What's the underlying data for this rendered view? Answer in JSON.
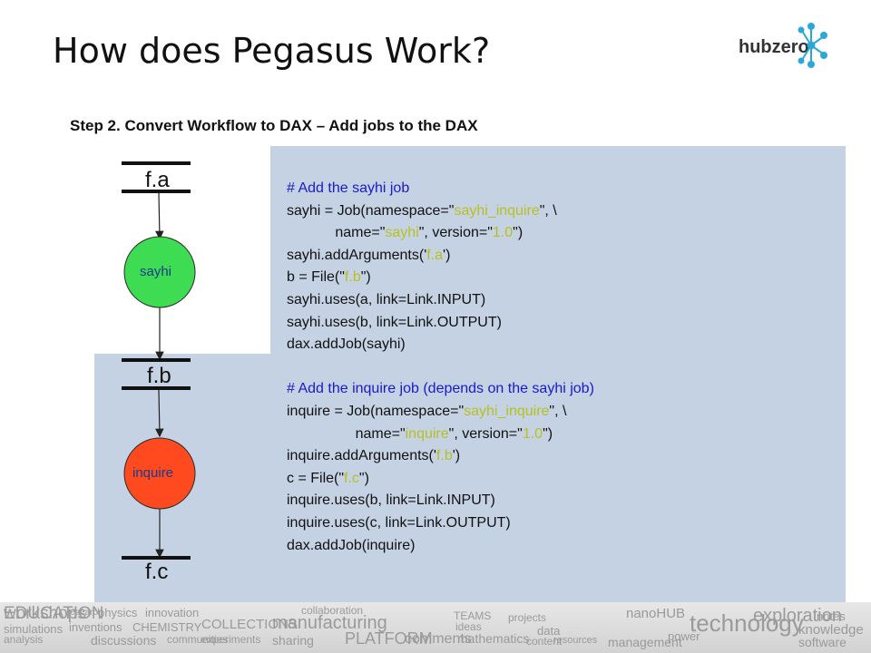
{
  "slide": {
    "title": "How does Pegasus Work?",
    "subtitle": "Step 2. Convert Workflow to DAX – Add jobs to the DAX"
  },
  "logo": {
    "text": "hubzero",
    "icon": "hubzero-network-icon"
  },
  "diagram": {
    "files": [
      "f.a",
      "f.b",
      "f.c"
    ],
    "jobs": [
      {
        "name": "sayhi",
        "color": "#3ddc52"
      },
      {
        "name": "inquire",
        "color": "#ff4a20"
      }
    ]
  },
  "code": [
    {
      "type": "comment",
      "segments": [
        {
          "t": "# Add the sayhi job"
        }
      ]
    },
    {
      "type": "code",
      "segments": [
        {
          "t": "sayhi = Job(namespace=\""
        },
        {
          "t": "sayhi_inquire",
          "lit": true
        },
        {
          "t": "\", \\"
        }
      ]
    },
    {
      "type": "code",
      "segments": [
        {
          "t": "            name=\""
        },
        {
          "t": "sayhi",
          "lit": true
        },
        {
          "t": "\", version=\""
        },
        {
          "t": "1.0",
          "lit": true
        },
        {
          "t": "\")"
        }
      ]
    },
    {
      "type": "code",
      "segments": [
        {
          "t": "sayhi.addArguments('"
        },
        {
          "t": "f.a",
          "lit": true
        },
        {
          "t": "')"
        }
      ]
    },
    {
      "type": "code",
      "segments": [
        {
          "t": "b = File(\""
        },
        {
          "t": "f.b",
          "lit": true
        },
        {
          "t": "\")"
        }
      ]
    },
    {
      "type": "code",
      "segments": [
        {
          "t": "sayhi.uses(a, link=Link.INPUT)"
        }
      ]
    },
    {
      "type": "code",
      "segments": [
        {
          "t": "sayhi.uses(b, link=Link.OUTPUT)"
        }
      ]
    },
    {
      "type": "code",
      "segments": [
        {
          "t": "dax.addJob(sayhi)"
        }
      ]
    },
    {
      "type": "blank",
      "segments": [
        {
          "t": ""
        }
      ]
    },
    {
      "type": "comment",
      "segments": [
        {
          "t": "# Add the inquire job (depends on the sayhi job)"
        }
      ]
    },
    {
      "type": "code",
      "segments": [
        {
          "t": "inquire = Job(namespace=\""
        },
        {
          "t": "sayhi_inquire",
          "lit": true
        },
        {
          "t": "\", \\"
        }
      ]
    },
    {
      "type": "code",
      "segments": [
        {
          "t": "                 name=\""
        },
        {
          "t": "inquire",
          "lit": true
        },
        {
          "t": "\", version=\""
        },
        {
          "t": "1.0",
          "lit": true
        },
        {
          "t": "\")"
        }
      ]
    },
    {
      "type": "code",
      "segments": [
        {
          "t": "inquire.addArguments('"
        },
        {
          "t": "f.b",
          "lit": true
        },
        {
          "t": "')"
        }
      ]
    },
    {
      "type": "code",
      "segments": [
        {
          "t": "c = File(\""
        },
        {
          "t": "f.c",
          "lit": true
        },
        {
          "t": "\")"
        }
      ]
    },
    {
      "type": "code",
      "segments": [
        {
          "t": "inquire.uses(b, link=Link.INPUT)"
        }
      ]
    },
    {
      "type": "code",
      "segments": [
        {
          "t": "inquire.uses(c, link=Link.OUTPUT)"
        }
      ]
    },
    {
      "type": "code",
      "segments": [
        {
          "t": "dax.addJob(inquire)"
        }
      ]
    }
  ],
  "footer": {
    "words": [
      "EDUCATION",
      "simulations",
      "analysis",
      "research",
      "physics",
      "inventions",
      "CHEMISTRY",
      "innovation",
      "discussions",
      "COLLECTIONS",
      "experiments",
      "communities",
      "manufacturing",
      "PLATFORM",
      "sharing",
      "collaboration",
      "comments",
      "TEAMS",
      "ideas",
      "mathematics",
      "projects",
      "data",
      "content",
      "nanoHUB",
      "resources",
      "management",
      "technology",
      "power",
      "exploration",
      "notes",
      "knowledge",
      "software",
      "workshops"
    ]
  }
}
